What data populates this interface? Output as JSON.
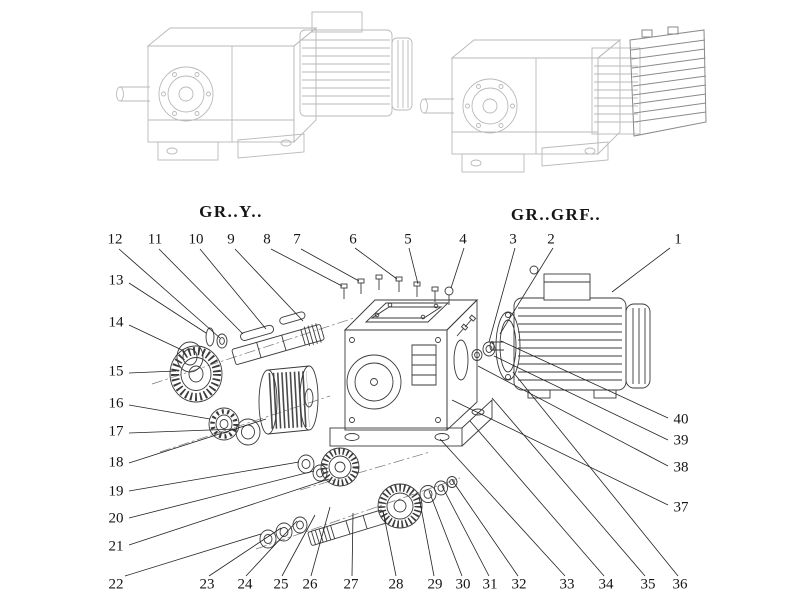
{
  "figure_labels": {
    "left_model": "GR..Y..",
    "right_model": "GR..GRF.."
  },
  "callouts": [
    "1",
    "2",
    "3",
    "4",
    "5",
    "6",
    "7",
    "8",
    "9",
    "10",
    "11",
    "12",
    "13",
    "14",
    "15",
    "16",
    "17",
    "18",
    "19",
    "20",
    "21",
    "22",
    "23",
    "24",
    "25",
    "26",
    "27",
    "28",
    "29",
    "30",
    "31",
    "32",
    "33",
    "34",
    "35",
    "36",
    "37",
    "38",
    "39",
    "40"
  ],
  "colors": {
    "line_art": "#3a3a3a",
    "ghost_line_art": "#b9b9b9",
    "leader_line": "#222222",
    "text": "#151515",
    "background": "#ffffff"
  }
}
